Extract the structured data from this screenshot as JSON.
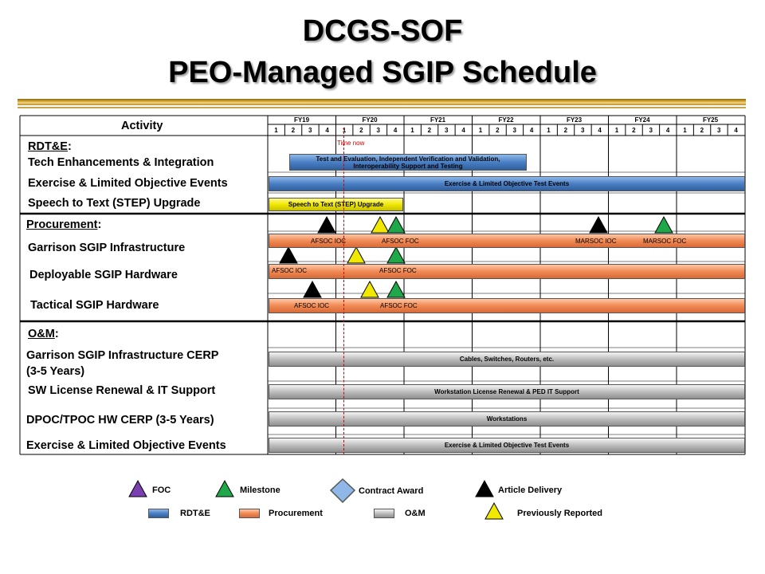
{
  "title": {
    "line1": "DCGS-SOF",
    "line2": "PEO-Managed SGIP Schedule"
  },
  "header": {
    "activity": "Activity",
    "fiscal_years": [
      "FY19",
      "FY20",
      "FY21",
      "FY22",
      "FY23",
      "FY24",
      "FY25"
    ],
    "quarters": [
      "1",
      "2",
      "3",
      "4"
    ]
  },
  "time_now": {
    "label": "Time now",
    "fy": "FY20",
    "quarter": 1.1
  },
  "colors": {
    "rdte": "#4a7fc4",
    "procurement": "#f08a55",
    "om": "#bdbdbd",
    "previously_reported": "#f0e800",
    "milestone": "#1fa84a",
    "article_delivery": "#000000",
    "foc": "#7a3fb0",
    "contract_award": "#8fb8e8"
  },
  "sections": {
    "rdte": "RDT&E",
    "procurement": "Procurement",
    "om": "O&M"
  },
  "rows": {
    "tech": {
      "label": "Tech Enhancements &  Integration",
      "bar": "Test and Evaluation, Independent Verification and Validation, Interoperability Support and Testing",
      "start": [
        0,
        2
      ],
      "end": [
        3,
        4
      ]
    },
    "exercise_rdte": {
      "label": "Exercise & Limited Objective Events",
      "bar": "Exercise & Limited Objective Test Events",
      "start": [
        0,
        1
      ],
      "end": [
        6,
        4
      ]
    },
    "step": {
      "label": "Speech to Text (STEP) Upgrade",
      "bar": "Speech to Text (STEP) Upgrade",
      "start": [
        0,
        1
      ],
      "end": [
        2,
        1
      ]
    },
    "garrison": {
      "label": "Garrison SGIP Infrastructure",
      "milestones": [
        {
          "text": "AFSOC IOC",
          "type": "article_delivery"
        },
        {
          "text": "AFSOC FOC",
          "type": "previously_reported"
        },
        {
          "text": "",
          "type": "milestone"
        },
        {
          "text": "MARSOC IOC",
          "type": "article_delivery"
        },
        {
          "text": "MARSOC FOC",
          "type": "milestone"
        }
      ]
    },
    "deployable": {
      "label": "Deployable SGIP Hardware",
      "milestones": [
        {
          "text": "AFSOC IOC",
          "type": "article_delivery"
        },
        {
          "text": "",
          "type": "previously_reported"
        },
        {
          "text": "AFSOC FOC",
          "type": "milestone"
        }
      ]
    },
    "tactical": {
      "label": "Tactical SGIP Hardware",
      "milestones": [
        {
          "text": "AFSOC IOC",
          "type": "article_delivery"
        },
        {
          "text": "",
          "type": "previously_reported"
        },
        {
          "text": "AFSOC FOC",
          "type": "milestone"
        }
      ]
    },
    "cerp": {
      "label_line1": "Garrison SGIP Infrastructure CERP",
      "label_line2": "(3-5 Years)",
      "bar": "Cables, Switches, Routers, etc."
    },
    "sw_license": {
      "label": "SW License Renewal & IT Support",
      "bar": "Workstation License Renewal & PED IT Support"
    },
    "dpoc": {
      "label": "DPOC/TPOC HW CERP (3-5 Years)",
      "bar": "Workstations"
    },
    "exercise_om": {
      "label": "Exercise & Limited Objective Events",
      "bar": "Exercise & Limited Objective Test Events"
    }
  },
  "legend": {
    "foc": "FOC",
    "milestone": "Milestone",
    "contract_award": "Contract Award",
    "article_delivery": "Article Delivery",
    "rdte": "RDT&E",
    "procurement": "Procurement",
    "om": "O&M",
    "previously_reported": "Previously Reported"
  }
}
